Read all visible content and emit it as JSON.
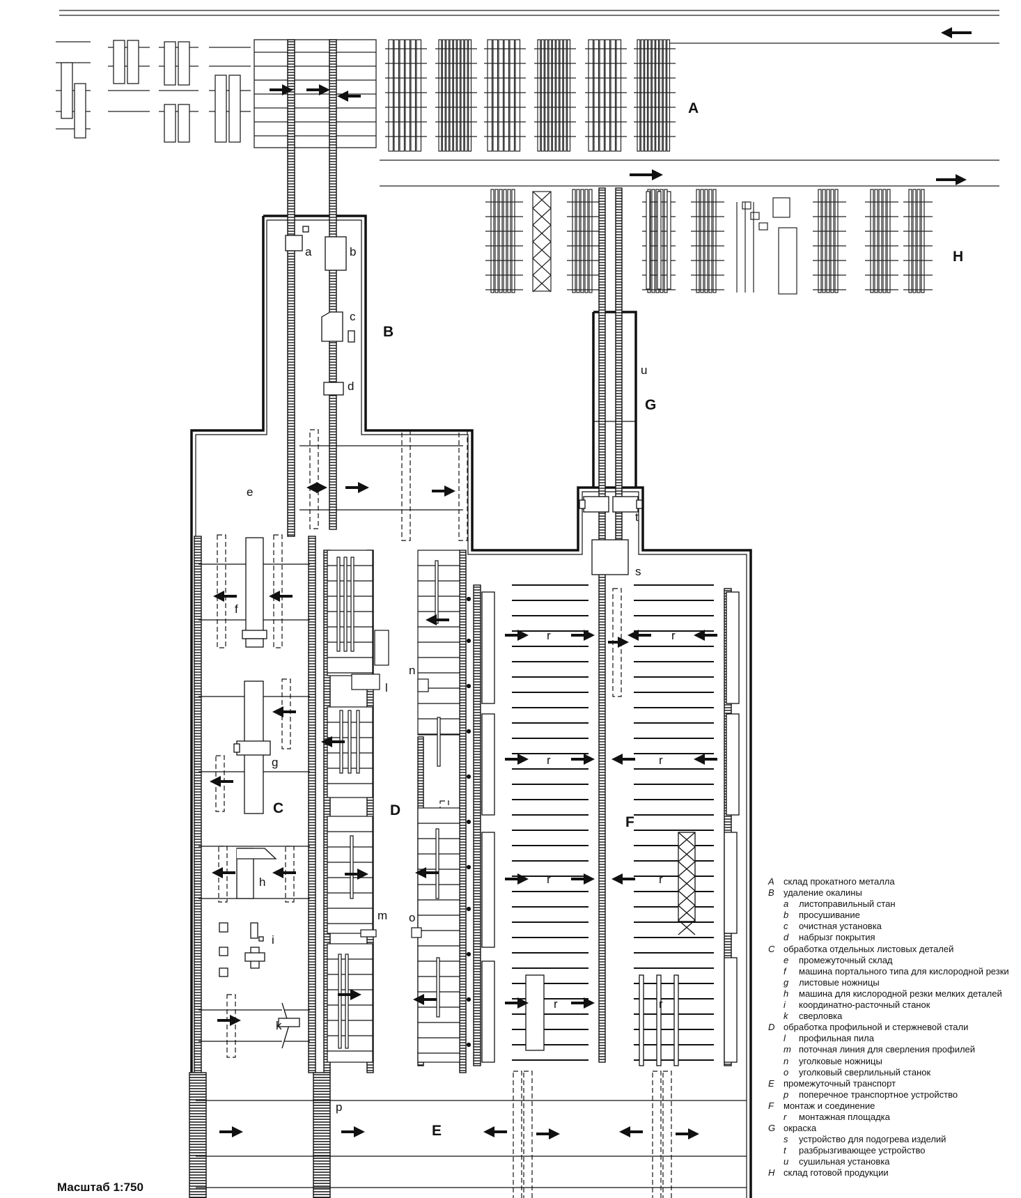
{
  "plan": {
    "zones": {
      "A": "A",
      "B": "B",
      "C": "C",
      "D": "D",
      "E": "E",
      "F": "F",
      "G": "G",
      "H": "H"
    },
    "stations": {
      "a": "a",
      "b": "b",
      "c": "c",
      "d": "d",
      "e": "e",
      "f": "f",
      "g": "g",
      "h": "h",
      "i": "i",
      "k": "k",
      "l": "l",
      "m": "m",
      "n": "n",
      "o": "o",
      "p": "p",
      "r": "r",
      "s": "s",
      "t": "t",
      "u": "u"
    },
    "scale_label": "Масштаб 1:750"
  },
  "legend": [
    {
      "key": "A",
      "text": "склад прокатного металла",
      "level": 0
    },
    {
      "key": "B",
      "text": "удаление окалины",
      "level": 0
    },
    {
      "key": "a",
      "text": "листоправильный стан",
      "level": 1
    },
    {
      "key": "b",
      "text": "просушивание",
      "level": 1
    },
    {
      "key": "c",
      "text": "очистная установка",
      "level": 1
    },
    {
      "key": "d",
      "text": "набрызг покрытия",
      "level": 1
    },
    {
      "key": "C",
      "text": "обработка отдельных листовых деталей",
      "level": 0
    },
    {
      "key": "e",
      "text": "промежуточный склад",
      "level": 1
    },
    {
      "key": "f",
      "text": "машина портального типа для кислородной резки",
      "level": 1
    },
    {
      "key": "g",
      "text": "листовые ножницы",
      "level": 1
    },
    {
      "key": "h",
      "text": "машина для кислородной резки мелких деталей",
      "level": 1
    },
    {
      "key": "i",
      "text": "координатно-расточный станок",
      "level": 1
    },
    {
      "key": "k",
      "text": "сверловка",
      "level": 1
    },
    {
      "key": "D",
      "text": "обработка профильной и стержневой стали",
      "level": 0
    },
    {
      "key": "l",
      "text": "профильная пила",
      "level": 1
    },
    {
      "key": "m",
      "text": "поточная линия для сверления профилей",
      "level": 1
    },
    {
      "key": "n",
      "text": "уголковые ножницы",
      "level": 1
    },
    {
      "key": "o",
      "text": "уголковый сверлильный станок",
      "level": 1
    },
    {
      "key": "E",
      "text": "промежуточный транспорт",
      "level": 0
    },
    {
      "key": "p",
      "text": "поперечное транспортное устройство",
      "level": 1
    },
    {
      "key": "F",
      "text": "монтаж и соединение",
      "level": 0
    },
    {
      "key": "r",
      "text": "монтажная площадка",
      "level": 1
    },
    {
      "key": "G",
      "text": "окраска",
      "level": 0
    },
    {
      "key": "s",
      "text": "устройство для подогрева изделий",
      "level": 1
    },
    {
      "key": "t",
      "text": "разбрызгивающее устройство",
      "level": 1
    },
    {
      "key": "u",
      "text": "сушильная установка",
      "level": 1
    },
    {
      "key": "H",
      "text": "склад готовой продукции",
      "level": 0
    }
  ]
}
